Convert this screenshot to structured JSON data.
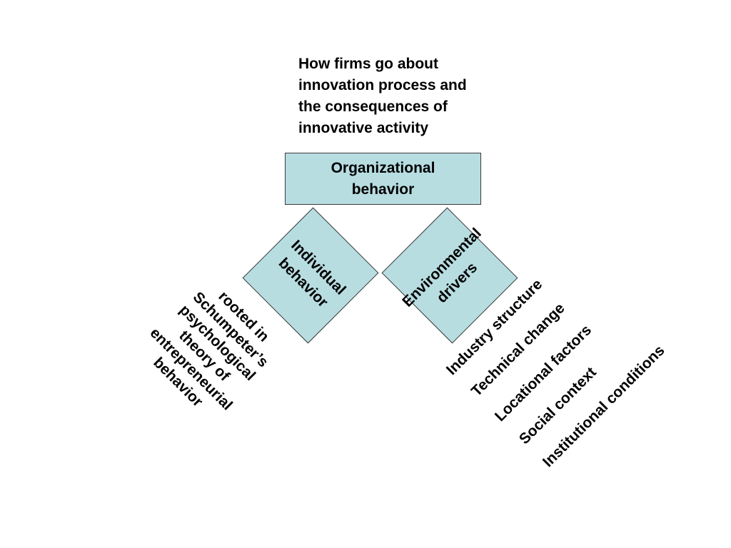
{
  "top_description": "How firms go about\ninnovation process and\nthe consequences of\ninnovative activity",
  "org_box": {
    "label": "Organizational\nbehavior"
  },
  "individual_box": {
    "label": "Individual\nbehavior"
  },
  "environmental_box": {
    "label": "Environmental\ndrivers"
  },
  "schumpeter_text": "rooted in\nSchumpeter’s\npsychological\ntheory of\nentrepreneurial\nbehavior",
  "drivers": [
    "Industry structure",
    "Technical change",
    "Locational factors",
    "Social context",
    "Institutional conditions"
  ],
  "colors": {
    "box_fill": "#b7dde1",
    "box_border": "#3a3a3a",
    "text": "#000000"
  }
}
